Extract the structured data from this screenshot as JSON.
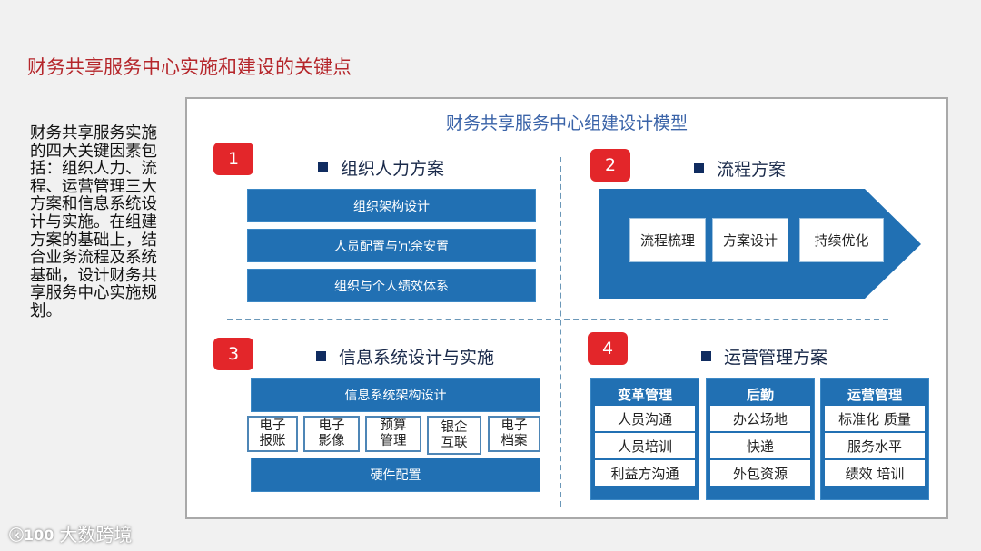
{
  "slide": {
    "title": "财务共享服务中心实施和建设的关键点",
    "side_text": "财务共享服务实施的四大关键因素包括：组织人力、流程、运营管理三大方案和信息系统设计与实施。在组建方案的基础上，结合业务流程及系统基础，设计财务共享服务中心实施规划。"
  },
  "model": {
    "title": "财务共享服务中心组建设计模型",
    "sections": [
      {
        "number": "1",
        "title": "组织人力方案",
        "items": [
          "组织架构设计",
          "人员配置与冗余安置",
          "组织与个人绩效体系"
        ]
      },
      {
        "number": "2",
        "title": "流程方案",
        "steps": [
          "流程梳理",
          "方案设计",
          "持续优化"
        ]
      },
      {
        "number": "3",
        "title": "信息系统设计与实施",
        "top_bar": "信息系统架构设计",
        "systems": [
          {
            "line1": "电子",
            "line2": "报账"
          },
          {
            "line1": "电子",
            "line2": "影像"
          },
          {
            "line1": "预算",
            "line2": "管理"
          },
          {
            "line1": "银企",
            "line2": "互联"
          },
          {
            "line1": "电子",
            "line2": "档案"
          }
        ],
        "bottom_bar": "硬件配置"
      },
      {
        "number": "4",
        "title": "运营管理方案",
        "columns": [
          {
            "header": "变革管理",
            "cells": [
              "人员沟通",
              "人员培训",
              "利益方沟通"
            ]
          },
          {
            "header": "后勤",
            "cells": [
              "办公场地",
              "快递",
              "外包资源"
            ]
          },
          {
            "header": "运营管理",
            "cells": [
              "标准化 质量",
              "服务水平",
              "绩效 培训"
            ]
          }
        ]
      }
    ]
  },
  "watermark": {
    "logo": "ⓚ100",
    "text": "大数跨境"
  },
  "colors": {
    "title_red": "#b5262b",
    "badge_red": "#e3262a",
    "bar_blue": "#2170b3",
    "panel_title_blue": "#3a63a8"
  }
}
